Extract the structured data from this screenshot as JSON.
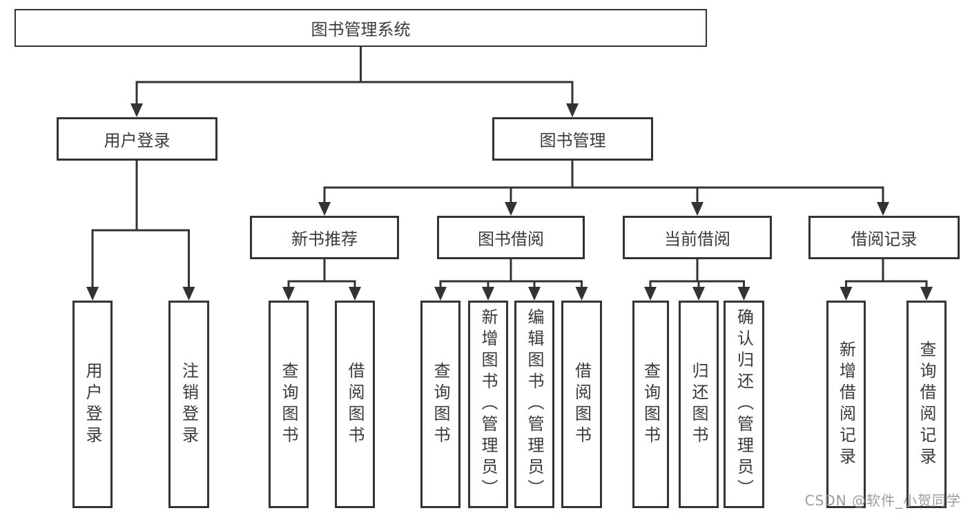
{
  "diagram": {
    "root": {
      "label": "图书管理系统"
    },
    "level2": [
      {
        "label": "用户登录"
      },
      {
        "label": "图书管理"
      }
    ],
    "level3": [
      {
        "label": "新书推荐"
      },
      {
        "label": "图书借阅"
      },
      {
        "label": "当前借阅"
      },
      {
        "label": "借阅记录"
      }
    ],
    "leaves": [
      {
        "label": "用户登录"
      },
      {
        "label": "注销登录"
      },
      {
        "label": "查询图书"
      },
      {
        "label": "借阅图书"
      },
      {
        "label": "查询图书"
      },
      {
        "label": "新增图书（管理员）"
      },
      {
        "label": "编辑图书（管理员）"
      },
      {
        "label": "借阅图书"
      },
      {
        "label": "查询图书"
      },
      {
        "label": "归还图书"
      },
      {
        "label": "确认归还（管理员）"
      },
      {
        "label": "新增借阅记录"
      },
      {
        "label": "查询借阅记录"
      }
    ],
    "watermark": "CSDN @软件_小贺同学",
    "colors": {
      "line": "#333333",
      "text": "#3a3a3a",
      "watermark": "#9b9b9b",
      "background": "#ffffff"
    }
  }
}
